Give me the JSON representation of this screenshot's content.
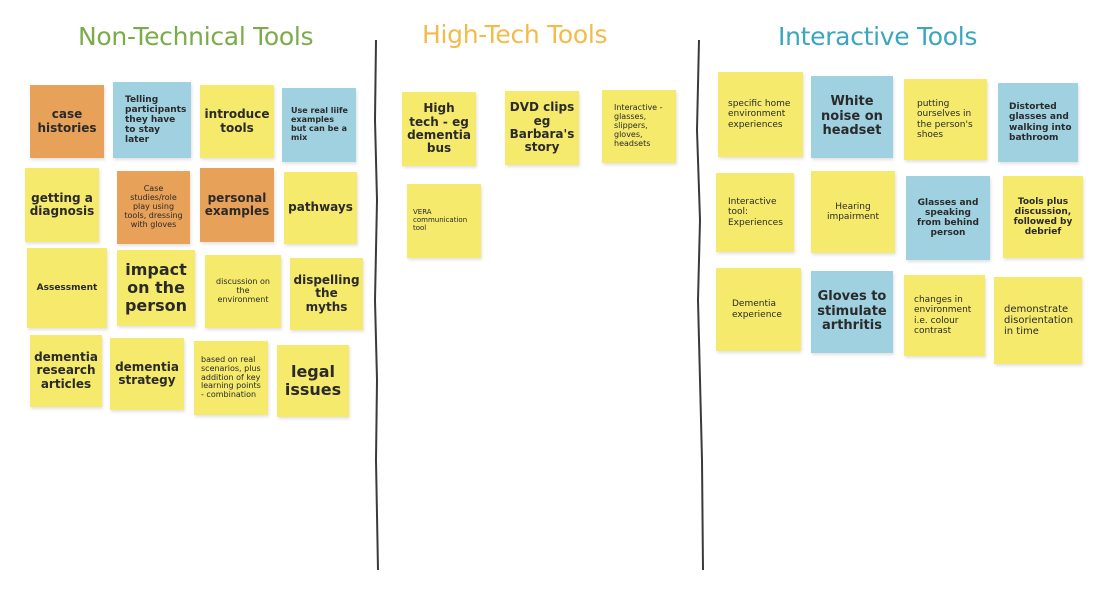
{
  "headings": {
    "non_technical": "Non-Technical Tools",
    "high_tech": "High-Tech  Tools",
    "interactive": "Interactive Tools"
  },
  "colors": {
    "non_technical_heading": "#7aac4a",
    "high_tech_heading": "#f2bb4a",
    "interactive_heading": "#3aa6c0",
    "yellow_note": "#f5ea6b",
    "orange_note": "#e8a158",
    "blue_note": "#9fd1e0"
  },
  "non_technical": {
    "notes": [
      "case histories",
      "Telling participants they have to stay later",
      "introduce tools",
      "Use real liife examples but can be a mix",
      "getting a diagnosis",
      "Case studies/role play using tools, dressing with gloves",
      "personal examples",
      "pathways",
      "Assessment",
      "impact on the person",
      "discussion on the environment",
      "dispelling the myths",
      "dementia research articles",
      "dementia strategy",
      "based on real scenarios, plus addition of key learning points - combination",
      "legal issues"
    ]
  },
  "high_tech": {
    "notes": [
      "High tech - eg dementia bus",
      "DVD clips eg Barbara's story",
      "Interactive - glasses, slippers, gloves, headsets",
      "VERA communication tool"
    ]
  },
  "interactive": {
    "notes": [
      "specific home environment experiences",
      "White noise on headset",
      "putting ourselves in the person's shoes",
      "Distorted glasses and walking into bathroom",
      "Interactive tool: Experiences",
      "Hearing impairment",
      "Glasses and speaking from behind person",
      "Tools plus discussion, followed by debrief",
      "Dementia experience",
      "Gloves to stimulate arthritis",
      "changes in environment i.e. colour contrast",
      "demonstrate disorientation in time"
    ]
  }
}
